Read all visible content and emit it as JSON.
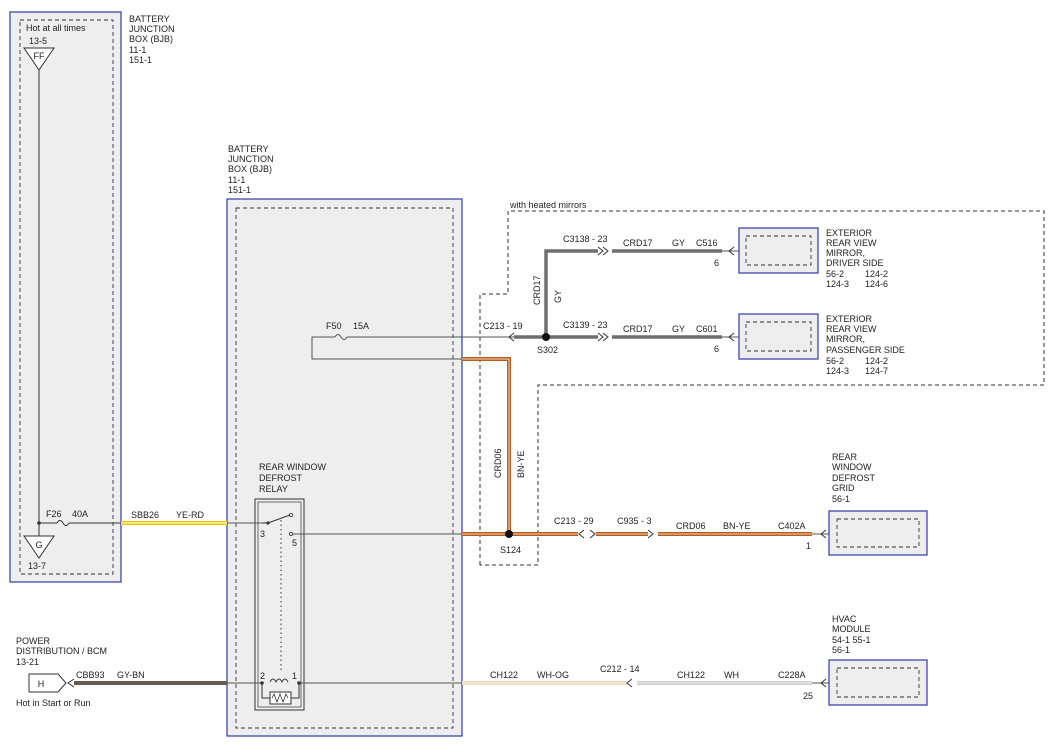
{
  "colors": {
    "box_stroke": "#2f3aa8",
    "box_fill": "#eeeeee",
    "wire_thin": "#555555",
    "wire_gy": "#6e6e6e",
    "wire_ye_rd": "#e8c800",
    "wire_bn_ye": "#b85a18",
    "wire_gy_bn": "#6a5a50",
    "wire_wh_og": "#ead8b8",
    "wire_wh": "#cccccc"
  },
  "bjb_left": {
    "title_lines": [
      "BATTERY",
      "JUNCTION",
      "BOX (BJB)",
      "11-1",
      "151-1"
    ],
    "hot_label": "Hot at all times",
    "top_ref": "13-5",
    "top_connector": "FF",
    "fuse_name": "F26",
    "fuse_rating": "40A",
    "bottom_connector": "G",
    "bottom_ref": "13-7"
  },
  "bjb_main": {
    "title_lines": [
      "BATTERY",
      "JUNCTION",
      "BOX (BJB)",
      "11-1",
      "151-1"
    ],
    "fuse_name": "F50",
    "fuse_rating": "15A"
  },
  "relay": {
    "title_lines": [
      "REAR WINDOW",
      "DEFROST",
      "RELAY"
    ],
    "pins": [
      "3",
      "5",
      "2",
      "1"
    ]
  },
  "option": {
    "label": "with heated mirrors"
  },
  "wires": {
    "sbb26": "SBB26",
    "sbb26_color": "YE-RD",
    "c213_19": "C213 - 19",
    "s302": "S302",
    "crd17_vertical": "CRD17",
    "gy_vertical": "GY",
    "c3138": "C3138 - 23",
    "crd17_a": "CRD17",
    "gy_a": "GY",
    "c3139": "C3139 - 23",
    "crd17_b": "CRD17",
    "gy_b": "GY",
    "crd06_vertical": "CRD06",
    "bnye_vertical": "BN-YE",
    "s124": "S124",
    "c213_29": "C213 - 29",
    "c935_3": "C935 - 3",
    "crd06": "CRD06",
    "bnye": "BN-YE",
    "cbb93": "CBB93",
    "gybn": "GY-BN",
    "ch122_a": "CH122",
    "whog": "WH-OG",
    "c212_14": "C212 - 14",
    "ch122_b": "CH122",
    "wh": "WH"
  },
  "components": {
    "mirror_driver": {
      "connector": "C516",
      "pin": "6",
      "title_lines": [
        "EXTERIOR",
        "REAR VIEW",
        "MIRROR,",
        "DRIVER SIDE"
      ],
      "refs": [
        [
          "56-2",
          "124-2"
        ],
        [
          "124-3",
          "124-6"
        ]
      ]
    },
    "mirror_passenger": {
      "connector": "C601",
      "pin": "6",
      "title_lines": [
        "EXTERIOR",
        "REAR VIEW",
        "MIRROR,",
        "PASSENGER SIDE"
      ],
      "refs": [
        [
          "56-2",
          "124-2"
        ],
        [
          "124-3",
          "124-7"
        ]
      ]
    },
    "rear_grid": {
      "connector": "C402A",
      "pin": "1",
      "title_lines": [
        "REAR",
        "WINDOW",
        "DEFROST",
        "GRID",
        "56-1"
      ]
    },
    "hvac": {
      "connector": "C228A",
      "pin": "25",
      "title_lines": [
        "HVAC",
        "MODULE",
        "54-1   55-1",
        "56-1"
      ]
    }
  },
  "power_dist": {
    "title_lines": [
      "POWER",
      "DISTRIBUTION / BCM",
      "13-21"
    ],
    "connector": "H",
    "note": "Hot in Start or Run"
  }
}
